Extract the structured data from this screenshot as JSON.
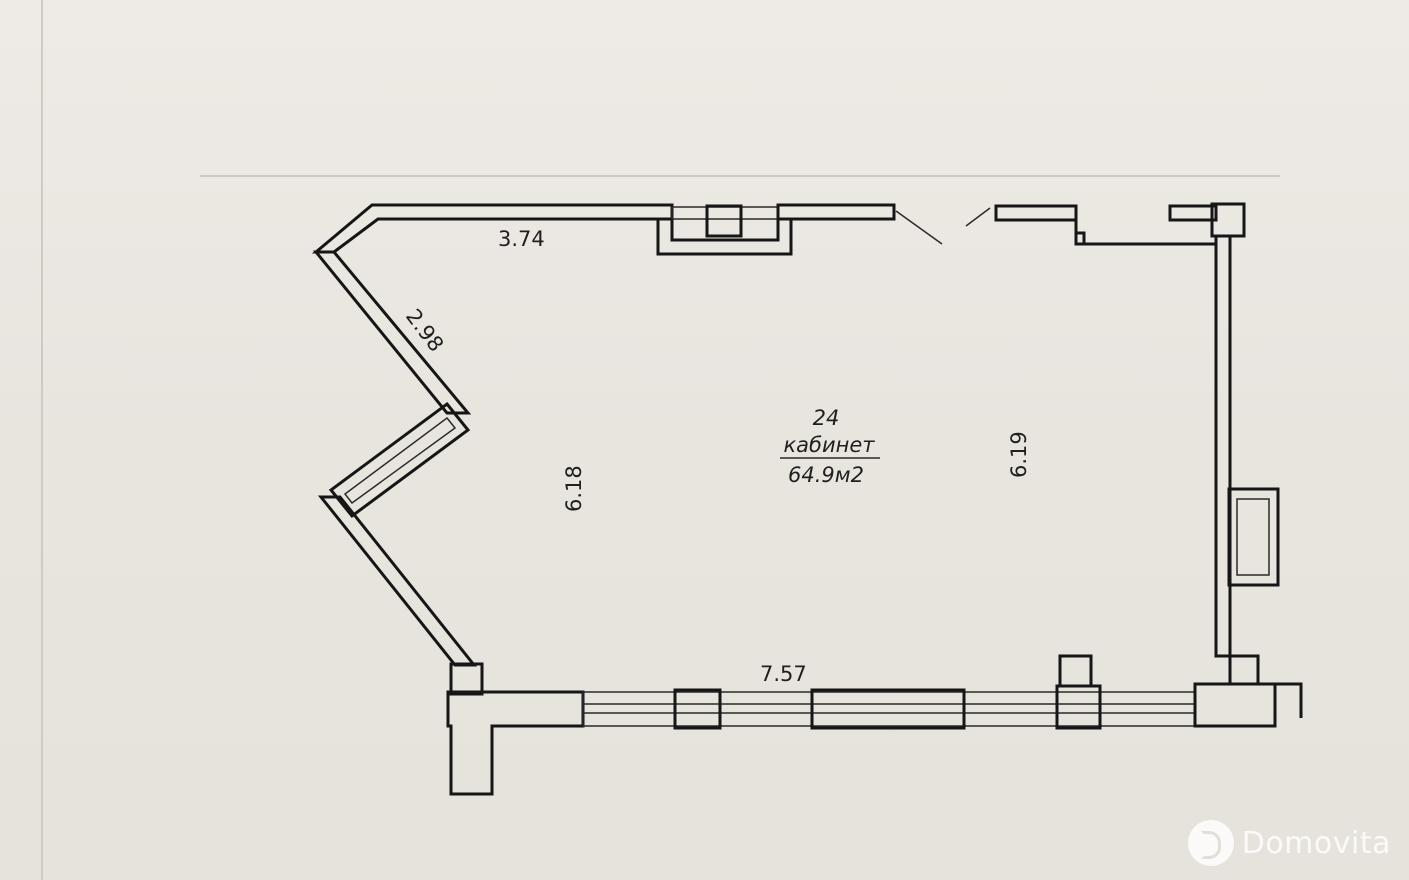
{
  "room": {
    "number": "24",
    "name": "кабинет",
    "area": "64.9м2"
  },
  "dimensions": {
    "top_wall": "3.74",
    "diagonal_wall": "2.98",
    "inner_left": "6.18",
    "inner_right": "6.19",
    "bottom_wall": "7.57"
  },
  "watermark": {
    "brand": "Domovita",
    "icon": "domovita-logo-icon"
  },
  "colors": {
    "paper": "#e9e5df",
    "ink": "#161616"
  }
}
